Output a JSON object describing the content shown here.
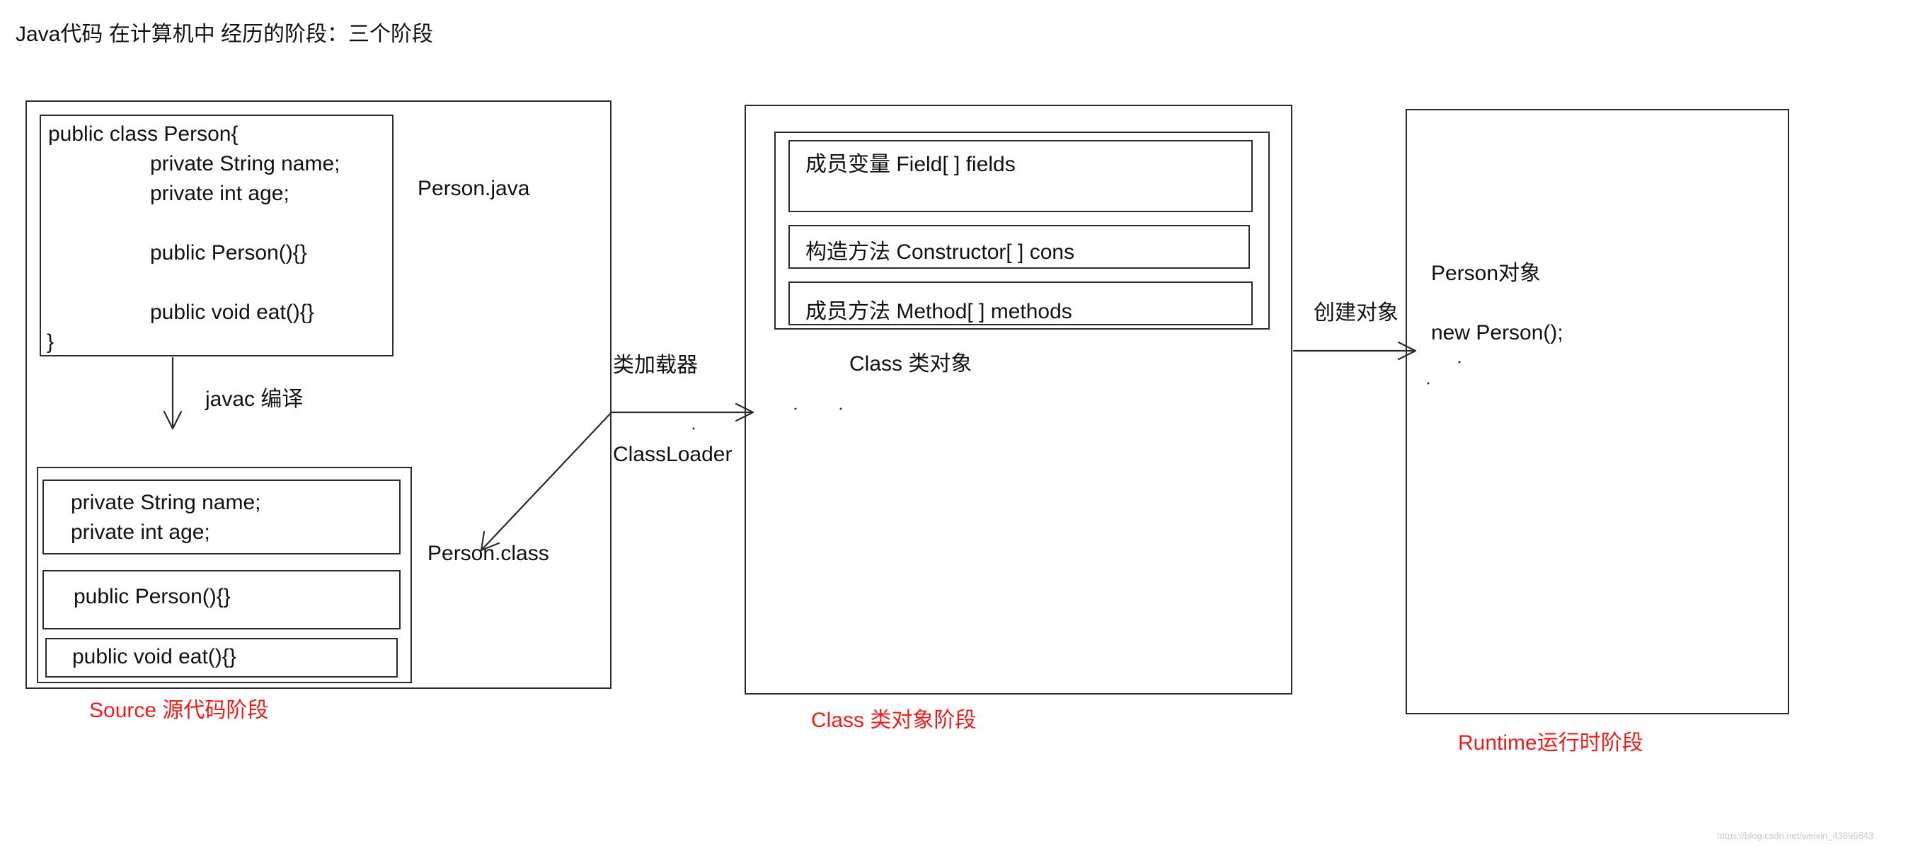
{
  "title": "Java代码 在计算机中 经历的阶段：三个阶段",
  "source_stage": {
    "label": "Source 源代码阶段",
    "file_label": "Person.java",
    "code_lines": [
      "public class Person{",
      "private String name;",
      "private int age;",
      "public Person(){}",
      "public void eat(){}",
      "}"
    ],
    "compile_label": "javac 编译",
    "class_file_label": "Person.class",
    "class_file_sections": [
      [
        "private String name;",
        "private int age;"
      ],
      [
        "public Person(){}"
      ],
      [
        "public void eat(){}"
      ]
    ]
  },
  "loader": {
    "label_cn": "类加载器",
    "label_en": "ClassLoader"
  },
  "class_stage": {
    "label": "Class 类对象阶段",
    "object_label": "Class 类对象",
    "members": [
      "成员变量  Field[ ] fields",
      "构造方法  Constructor[ ] cons",
      "成员方法 Method[ ] methods"
    ]
  },
  "create_label": "创建对象",
  "runtime_stage": {
    "label": "Runtime运行时阶段",
    "object_label": "Person对象",
    "new_expr": "new Person();"
  },
  "watermark": "https://blog.csdn.net/weixin_43896843",
  "colors": {
    "stage_label": "#ee1b1b",
    "line": "#2b2b2b"
  }
}
